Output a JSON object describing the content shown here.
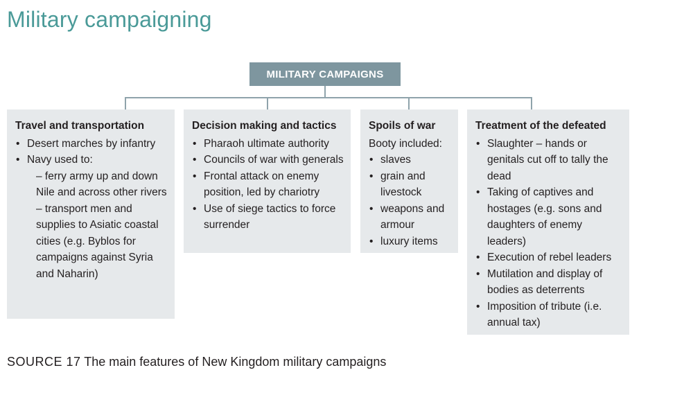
{
  "title": "Military campaigning",
  "root": "MILITARY CAMPAIGNS",
  "boxes": [
    {
      "title": "Travel and transportation",
      "items": [
        "Desert marches by infantry",
        "Navy used to:"
      ],
      "subitems": [
        "– ferry army up and down Nile and across other rivers",
        "– transport men and supplies to Asiatic coastal cities (e.g. Byblos for campaigns against Syria and Naharin)"
      ]
    },
    {
      "title": "Decision making and tactics",
      "items": [
        "Pharaoh ultimate authority",
        "Councils of war with generals",
        "Frontal attack on enemy position, led by chariotry",
        "Use of siege tactics to force surrender"
      ]
    },
    {
      "title": "Spoils of war",
      "intro": "Booty included:",
      "items": [
        "slaves",
        "grain and livestock",
        "weapons and armour",
        "luxury items"
      ]
    },
    {
      "title": "Treatment of the defeated",
      "items": [
        "Slaughter – hands or genitals cut off to tally the dead",
        "Taking of captives and hostages (e.g. sons and daughters of enemy leaders)",
        "Execution of rebel leaders",
        "Mutilation and display of bodies as deterrents",
        "Imposition of tribute (i.e. annual tax)"
      ]
    }
  ],
  "caption": {
    "source_label": "SOURCE 17",
    "text": "The main features of New Kingdom military campaigns"
  }
}
